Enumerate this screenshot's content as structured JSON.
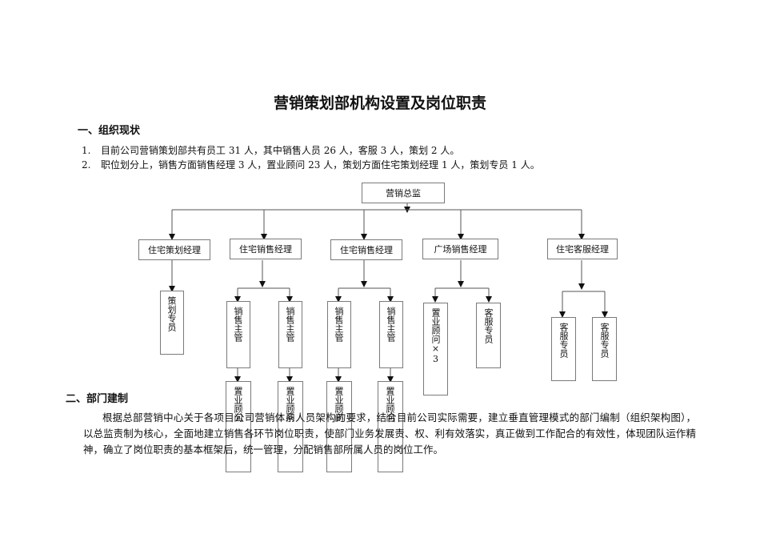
{
  "doc": {
    "title": "营销策划部机构设置及岗位职责",
    "section1": "一、组织现状",
    "items": [
      {
        "num": "1.",
        "text": "目前公司营销策划部共有员工 31 人，其中销售人员 26 人，客服 3 人，策划 2 人。"
      },
      {
        "num": "2.",
        "text": "职位划分上，销售方面销售经理 3 人，置业顾问 23 人，策划方面住宅策划经理 1 人，策划专员 1 人。"
      }
    ],
    "section2": "二、部门建制",
    "paragraph": "根据总部营销中心关于各项目公司营销体系人员架构的要求，结合目前公司实际需要，建立垂直管理模式的部门编制（组织架构图），以总监责制为核心，全面地建立销售各环节岗位职责，使部门业务发展责、权、利有效落实，真正做到工作配合的有效性，体现团队运作精神，确立了岗位职责的基本框架后，统一管理，分配销售部所属人员的岗位工作。"
  },
  "org": {
    "root": "营销总监",
    "managers": [
      "住宅策划经理",
      "住宅销售经理",
      "住宅销售经理",
      "广场销售经理",
      "住宅客服经理"
    ],
    "planning_staff": "策划专员",
    "sales_supervisor": "销售主管",
    "sales_consultant": "置业顾问",
    "plaza_consultant": "置业顾问×3",
    "service_staff": "客服专员"
  }
}
